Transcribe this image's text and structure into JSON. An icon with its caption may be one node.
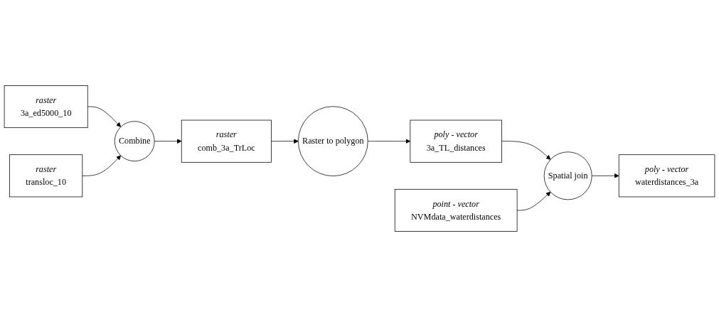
{
  "diagram": {
    "nodes": [
      {
        "text": [
          "raster",
          "3a_ed5000_10"
        ]
      },
      {
        "text": [
          "raster",
          "transloc_10"
        ]
      },
      {
        "text": [
          "Combine"
        ]
      },
      {
        "text": [
          "raster",
          "comb_3a_TrLoc"
        ]
      },
      {
        "text": [
          "Raster to polygon"
        ]
      },
      {
        "text": [
          "poly - vector",
          "3a_TL_distances"
        ]
      },
      {
        "text": [
          "point - vector",
          "NVMdata_waterdistances"
        ]
      },
      {
        "text": [
          "Spatial join"
        ]
      },
      {
        "text": [
          "poly - vector",
          "waterdistances_3a"
        ]
      }
    ],
    "edges": [
      {
        "from": 0,
        "to": 2,
        "arrow": "to"
      },
      {
        "from": 1,
        "to": 2,
        "arrow": "to"
      },
      {
        "from": 2,
        "to": 3,
        "arrow": "to"
      },
      {
        "from": 3,
        "to": 4,
        "arrow": "to"
      },
      {
        "from": 4,
        "to": 5,
        "arrow": "to"
      },
      {
        "from": 5,
        "to": 7,
        "arrow": "to"
      },
      {
        "from": 6,
        "to": 7,
        "arrow": "to"
      },
      {
        "from": 7,
        "to": 8,
        "arrow": "to"
      }
    ]
  }
}
